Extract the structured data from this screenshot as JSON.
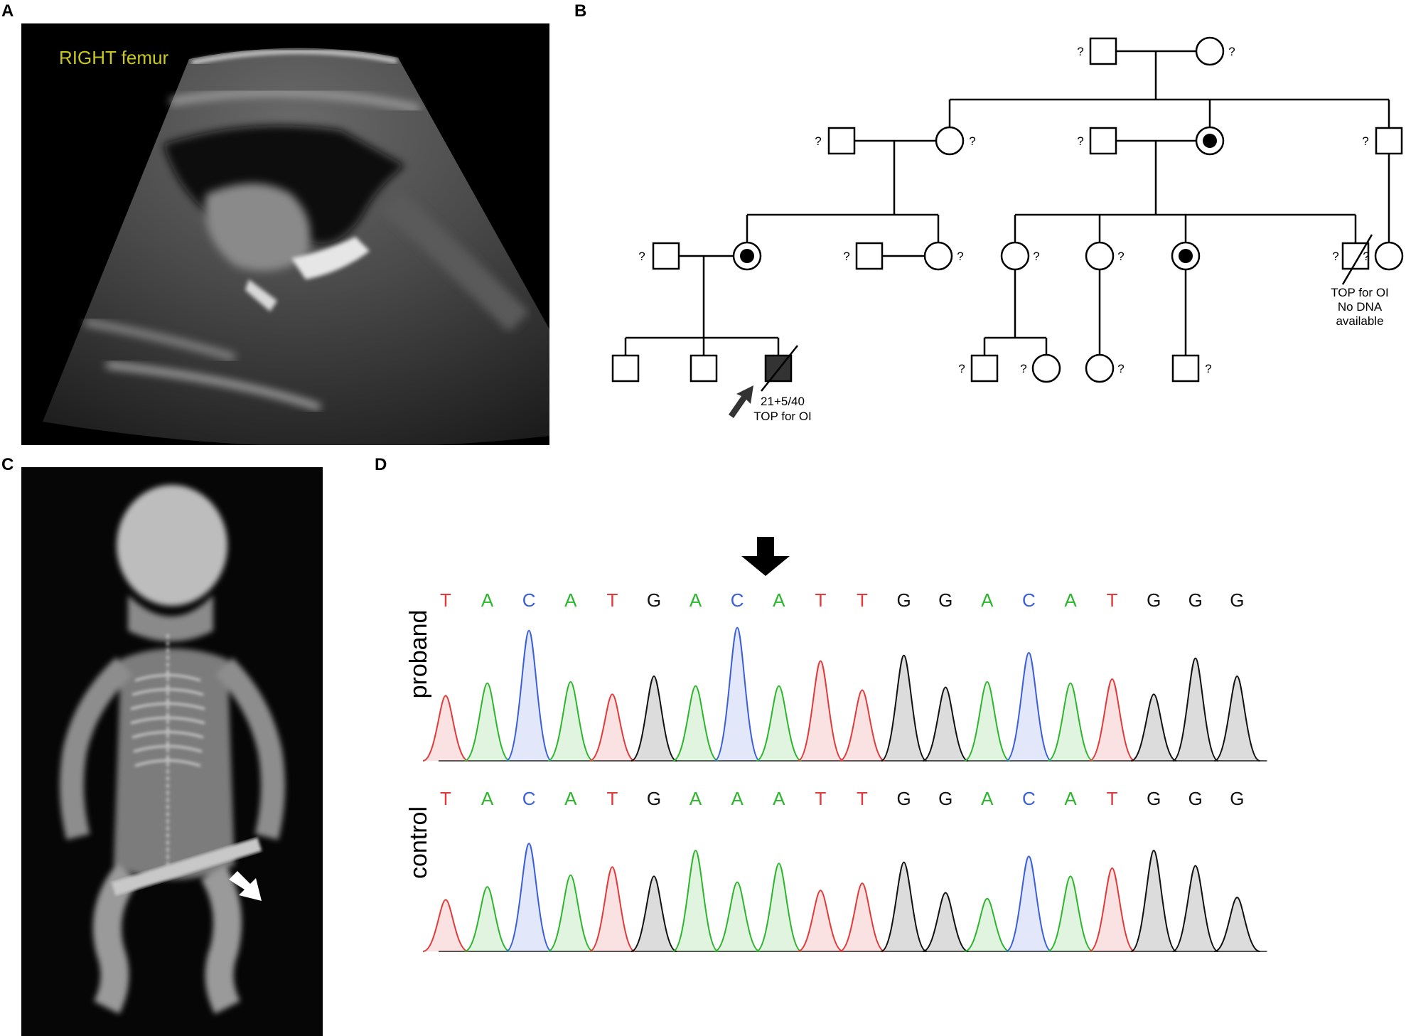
{
  "panels": {
    "A": "A",
    "B": "B",
    "C": "C",
    "D": "D"
  },
  "ultrasound": {
    "label": "RIGHT femur",
    "label_color": "#c8c81e"
  },
  "pedigree": {
    "unknown_mark": "?",
    "deceased_uncle_note": [
      "TOP for OI",
      "No DNA",
      "available"
    ],
    "proband_note": [
      "21+5/40",
      "TOP for OI"
    ],
    "colors": {
      "line": "#000000",
      "affected_fill": "#000000",
      "proband_fill": "#333333"
    }
  },
  "xray": {
    "arrow_color": "#ffffff"
  },
  "sequencing": {
    "proband_label": "proband",
    "control_label": "control",
    "base_colors": {
      "A": "#2db52d",
      "C": "#3a5fd8",
      "G": "#111111",
      "T": "#e03a3a"
    },
    "proband_bases": [
      "T",
      "A",
      "C",
      "A",
      "T",
      "G",
      "A",
      "C",
      "A",
      "T",
      "T",
      "G",
      "G",
      "A",
      "C",
      "A",
      "T",
      "G",
      "G",
      "G"
    ],
    "control_bases": [
      "T",
      "A",
      "C",
      "A",
      "T",
      "G",
      "A",
      "A",
      "A",
      "T",
      "T",
      "G",
      "G",
      "A",
      "C",
      "A",
      "T",
      "G",
      "G",
      "G"
    ],
    "proband_peak_heights": [
      0.47,
      0.56,
      0.94,
      0.57,
      0.48,
      0.61,
      0.54,
      0.96,
      0.54,
      0.72,
      0.51,
      0.76,
      0.53,
      0.57,
      0.78,
      0.56,
      0.59,
      0.48,
      0.74,
      0.61
    ],
    "control_peak_heights": [
      0.44,
      0.55,
      0.92,
      0.65,
      0.72,
      0.64,
      0.86,
      0.59,
      0.75,
      0.52,
      0.58,
      0.76,
      0.5,
      0.45,
      0.81,
      0.64,
      0.71,
      0.86,
      0.73,
      0.46
    ],
    "mutation_index": 7
  }
}
